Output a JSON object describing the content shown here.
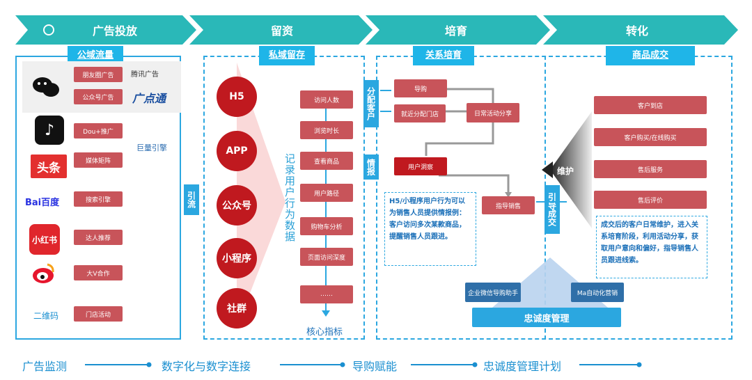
{
  "stages": [
    "广告投放",
    "留资",
    "培育",
    "转化"
  ],
  "panels": {
    "public_traffic": "公域流量",
    "private_retention": "私域留存",
    "relation_nurture": "关系培育",
    "product_deal": "商品成交"
  },
  "public": {
    "wechat": [
      "朋友圈广告",
      "公众号广告"
    ],
    "tencent_ad": "腾讯广告",
    "guangdiantong": "广点通",
    "douyin": [
      "Dou+推广",
      "媒体矩阵"
    ],
    "ocean_engine": "巨量引擎",
    "toutiao": "头条",
    "baidu": "Bai百度",
    "baidu_item": "搜索引擎",
    "xiaohongshu": "小红书",
    "xiaohongshu_item": "达人推荐",
    "weibo_item": "大V合作",
    "qrcode": "二维码",
    "qrcode_item": "门店活动"
  },
  "guide_flow": "引流",
  "circles": [
    "H5",
    "APP",
    "公众号",
    "小程序",
    "社群"
  ],
  "record_text": "记录用户行为数据",
  "metrics": [
    "访问人数",
    "浏览时长",
    "查看商品",
    "用户路径",
    "购物车分析",
    "页面访问深度",
    "……"
  ],
  "core_metric": "核心指标",
  "assign_customer": "分配客户",
  "intel_report": "情报",
  "nurture": {
    "guide_purchase": "导购",
    "nearby_store": "就近分配门店",
    "daily_share": "日常活动分享",
    "user_insight": "用户洞察",
    "guide_sales": "指导销售",
    "note": "H5/小程序用户行为可以为销售人员提供情报例：客户访问多次某款商品，提醒销售人员跟进。"
  },
  "guide_deal": "引导成交",
  "maintain": "维护",
  "deal": {
    "items": [
      "客户到店",
      "客户购买/在线购买",
      "售后服务",
      "售后评价"
    ],
    "note": "成交后的客户日常维护，进入关系培育阶段，利用活动分享，获取用户意向和偏好，指导销售人员跟进线索。"
  },
  "loyalty": {
    "wecom": "企业微信导购助手",
    "ma": "Ma自动化营销",
    "title": "忠诚度管理"
  },
  "bottom": [
    "广告监测",
    "数字化与数字连接",
    "导购赋能",
    "忠诚度管理计划"
  ],
  "colors": {
    "teal": "#2ab8b8",
    "blue": "#1fb5e8",
    "red": "#c8545a",
    "dark_red": "#c0191f"
  }
}
